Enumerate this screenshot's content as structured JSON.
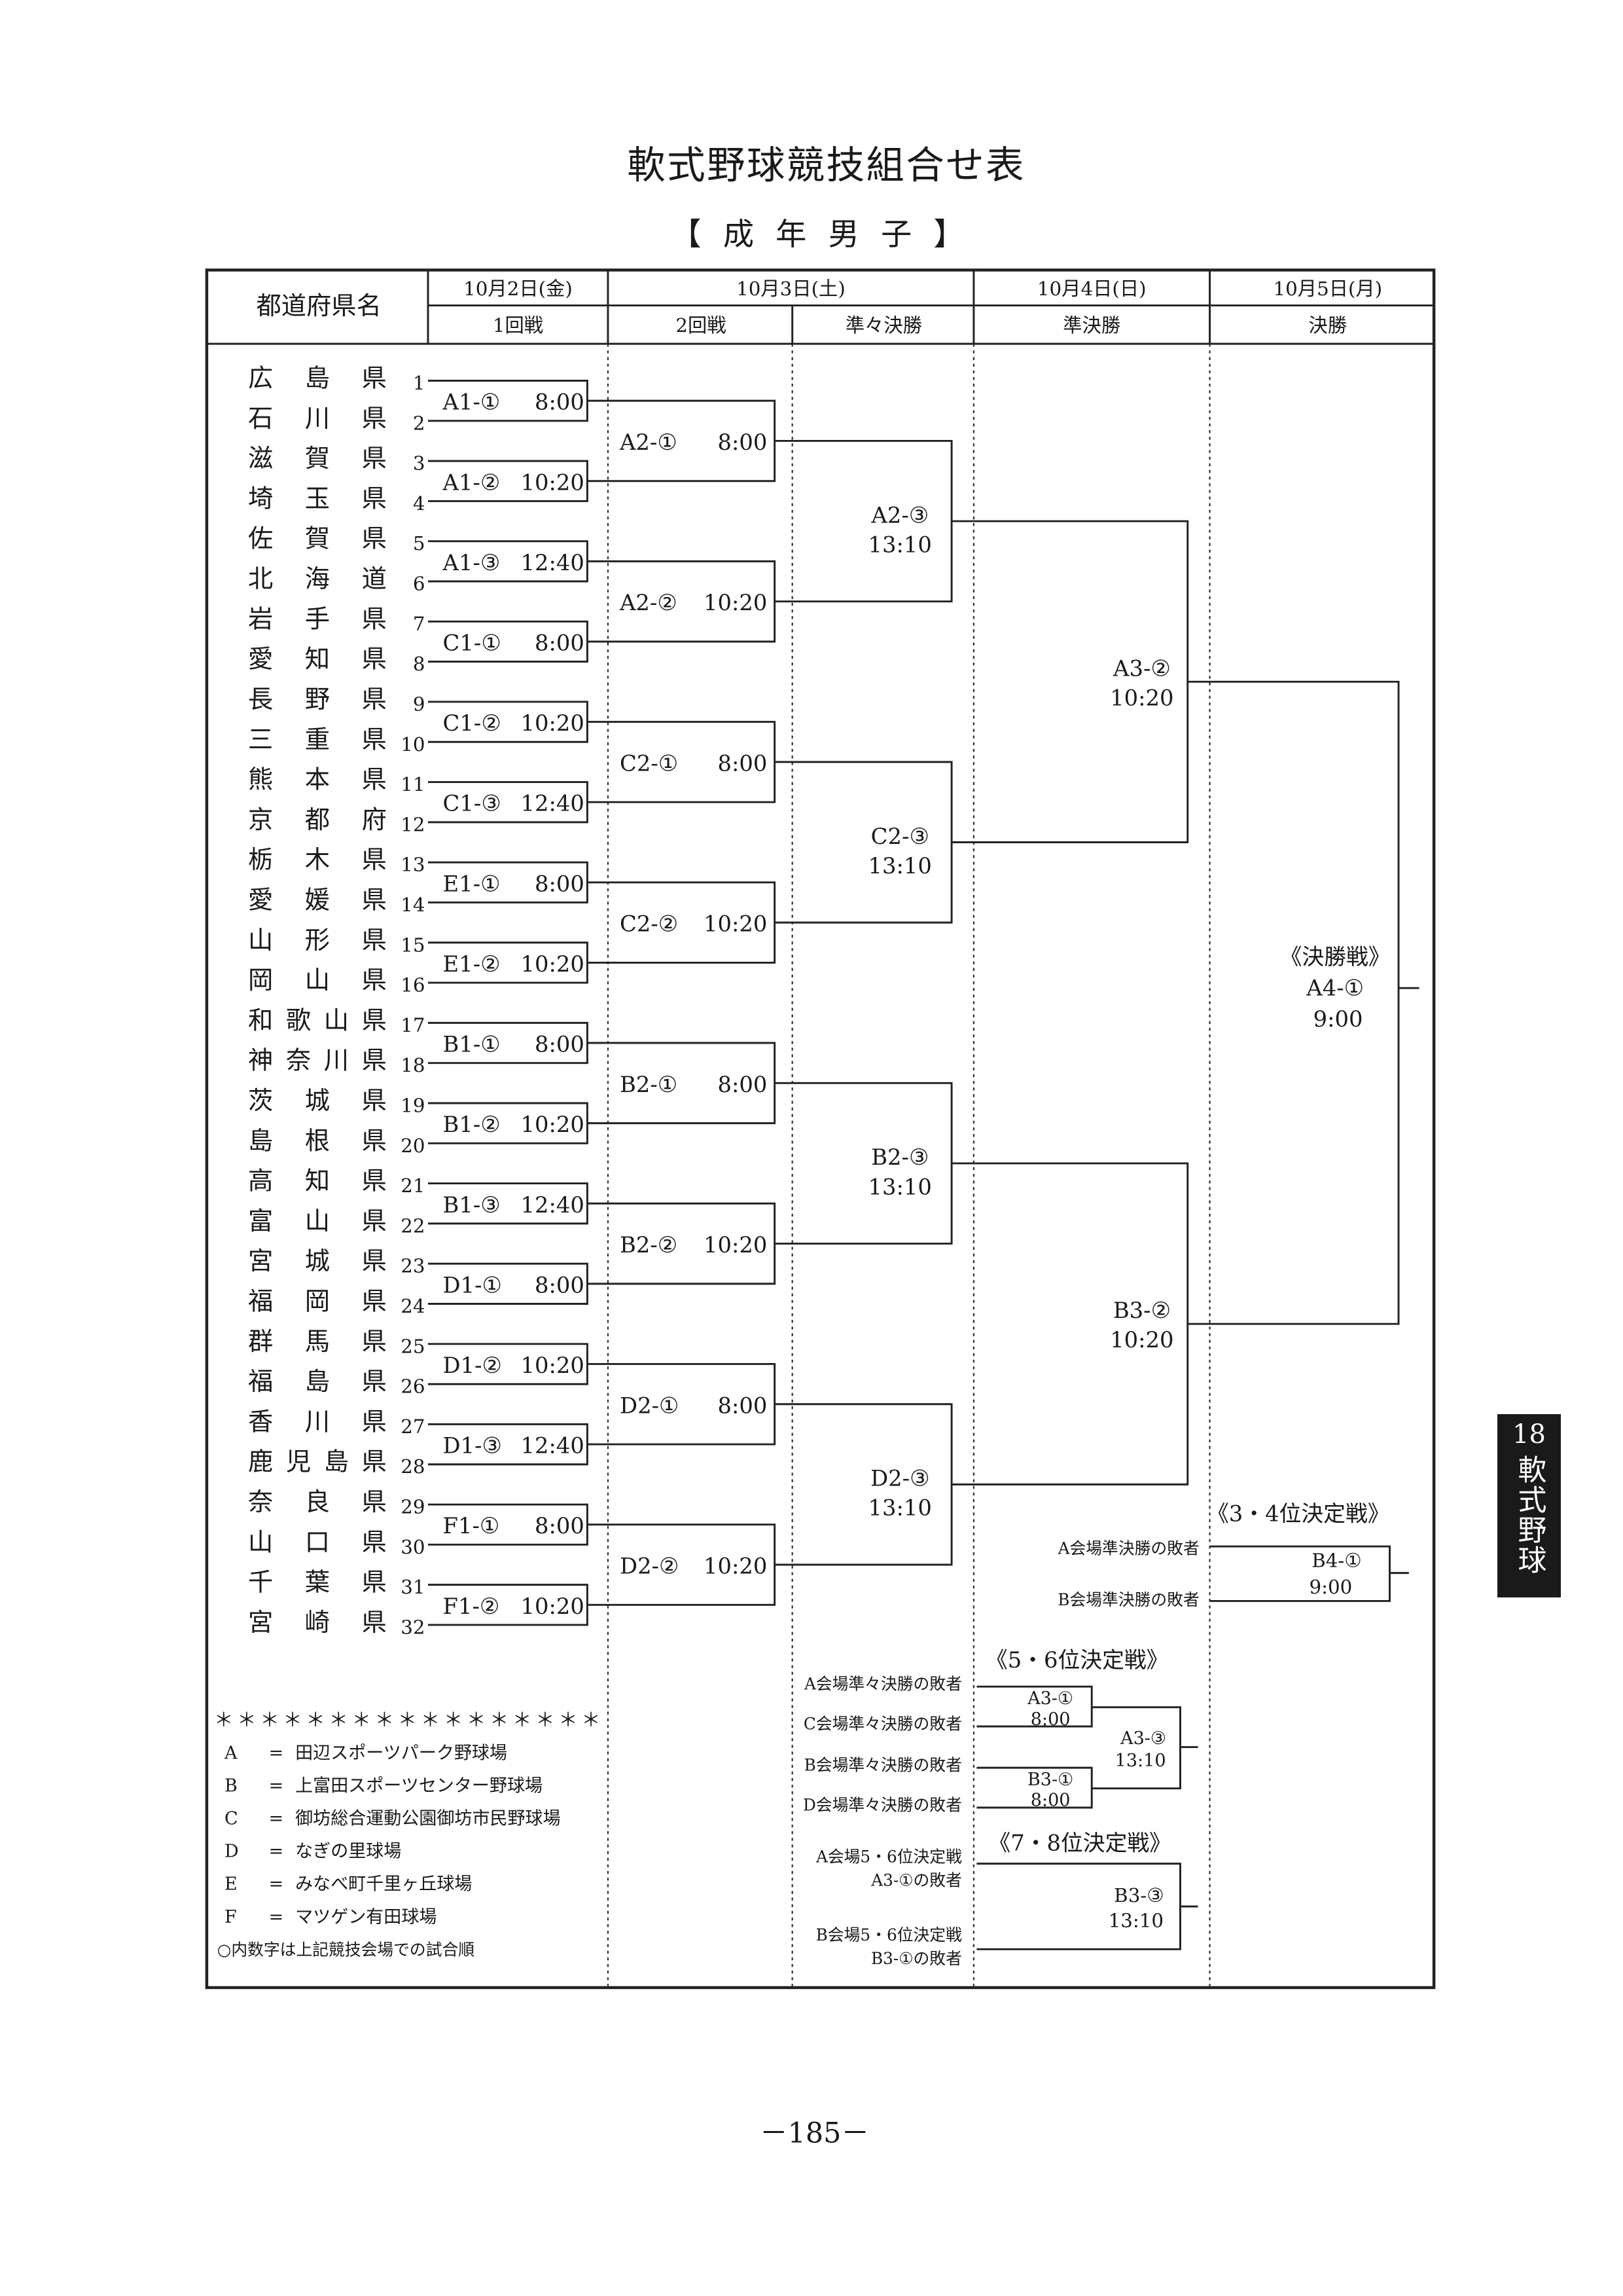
{
  "title": "軟式野球競技組合せ表",
  "subtitle": "【 成 年 男 子 】",
  "header": {
    "prefecture_col": "都道府県名",
    "days": [
      {
        "date": "10月2日(金)",
        "rounds": [
          "1回戦"
        ]
      },
      {
        "date": "10月3日(土)",
        "rounds": [
          "2回戦",
          "準々決勝"
        ]
      },
      {
        "date": "10月4日(日)",
        "rounds": [
          "準決勝"
        ]
      },
      {
        "date": "10月5日(月)",
        "rounds": [
          "決勝"
        ]
      }
    ]
  },
  "teams": [
    {
      "name": "広島県",
      "number": "1"
    },
    {
      "name": "石川県",
      "number": "2"
    },
    {
      "name": "滋賀県",
      "number": "3"
    },
    {
      "name": "埼玉県",
      "number": "4"
    },
    {
      "name": "佐賀県",
      "number": "5"
    },
    {
      "name": "北海道",
      "number": "6"
    },
    {
      "name": "岩手県",
      "number": "7"
    },
    {
      "name": "愛知県",
      "number": "8"
    },
    {
      "name": "長野県",
      "number": "9"
    },
    {
      "name": "三重県",
      "number": "10"
    },
    {
      "name": "熊本県",
      "number": "11"
    },
    {
      "name": "京都府",
      "number": "12"
    },
    {
      "name": "栃木県",
      "number": "13"
    },
    {
      "name": "愛媛県",
      "number": "14"
    },
    {
      "name": "山形県",
      "number": "15"
    },
    {
      "name": "岡山県",
      "number": "16"
    },
    {
      "name": "和歌山県",
      "number": "17"
    },
    {
      "name": "神奈川県",
      "number": "18"
    },
    {
      "name": "茨城県",
      "number": "19"
    },
    {
      "name": "島根県",
      "number": "20"
    },
    {
      "name": "高知県",
      "number": "21"
    },
    {
      "name": "富山県",
      "number": "22"
    },
    {
      "name": "宮城県",
      "number": "23"
    },
    {
      "name": "福岡県",
      "number": "24"
    },
    {
      "name": "群馬県",
      "number": "25"
    },
    {
      "name": "福島県",
      "number": "26"
    },
    {
      "name": "香川県",
      "number": "27"
    },
    {
      "name": "鹿児島県",
      "number": "28"
    },
    {
      "name": "奈良県",
      "number": "29"
    },
    {
      "name": "山口県",
      "number": "30"
    },
    {
      "name": "千葉県",
      "number": "31"
    },
    {
      "name": "宮崎県",
      "number": "32"
    }
  ],
  "round1": [
    {
      "code": "A1-①",
      "time": "8:00"
    },
    {
      "code": "A1-②",
      "time": "10:20"
    },
    {
      "code": "A1-③",
      "time": "12:40"
    },
    {
      "code": "C1-①",
      "time": "8:00"
    },
    {
      "code": "C1-②",
      "time": "10:20"
    },
    {
      "code": "C1-③",
      "time": "12:40"
    },
    {
      "code": "E1-①",
      "time": "8:00"
    },
    {
      "code": "E1-②",
      "time": "10:20"
    },
    {
      "code": "B1-①",
      "time": "8:00"
    },
    {
      "code": "B1-②",
      "time": "10:20"
    },
    {
      "code": "B1-③",
      "time": "12:40"
    },
    {
      "code": "D1-①",
      "time": "8:00"
    },
    {
      "code": "D1-②",
      "time": "10:20"
    },
    {
      "code": "D1-③",
      "time": "12:40"
    },
    {
      "code": "F1-①",
      "time": "8:00"
    },
    {
      "code": "F1-②",
      "time": "10:20"
    }
  ],
  "round2": [
    {
      "code": "A2-①",
      "time": "8:00"
    },
    {
      "code": "A2-②",
      "time": "10:20"
    },
    {
      "code": "C2-①",
      "time": "8:00"
    },
    {
      "code": "C2-②",
      "time": "10:20"
    },
    {
      "code": "B2-①",
      "time": "8:00"
    },
    {
      "code": "B2-②",
      "time": "10:20"
    },
    {
      "code": "D2-①",
      "time": "8:00"
    },
    {
      "code": "D2-②",
      "time": "10:20"
    }
  ],
  "quarterfinals": [
    {
      "code": "A2-③",
      "time": "13:10"
    },
    {
      "code": "C2-③",
      "time": "13:10"
    },
    {
      "code": "B2-③",
      "time": "13:10"
    },
    {
      "code": "D2-③",
      "time": "13:10"
    }
  ],
  "semifinals": [
    {
      "code": "A3-②",
      "time": "10:20"
    },
    {
      "code": "B3-②",
      "time": "10:20"
    }
  ],
  "final": {
    "label": "《決勝戦》",
    "code": "A4-①",
    "time": "9:00"
  },
  "third_place": {
    "title": "《3・4位決定戦》",
    "entrants": [
      "A会場準決勝の敗者",
      "B会場準決勝の敗者"
    ],
    "code": "B4-①",
    "time": "9:00"
  },
  "fifth_place": {
    "title": "《5・6位決定戦》",
    "entrants": [
      "A会場準々決勝の敗者",
      "C会場準々決勝の敗者",
      "B会場準々決勝の敗者",
      "D会場準々決勝の敗者"
    ],
    "semis": [
      {
        "code": "A3-①",
        "time": "8:00"
      },
      {
        "code": "B3-①",
        "time": "8:00"
      }
    ],
    "final": {
      "code": "A3-③",
      "time": "13:10"
    }
  },
  "seventh_place": {
    "title": "《7・8位決定戦》",
    "entrants": [
      {
        "line1": "A会場5・6位決定戦",
        "line2": "A3-①の敗者"
      },
      {
        "line1": "B会場5・6位決定戦",
        "line2": "B3-①の敗者"
      }
    ],
    "code": "B3-③",
    "time": "13:10"
  },
  "legend": {
    "separator": "＊＊＊＊＊＊＊＊＊＊＊＊＊＊＊＊＊",
    "venues": [
      {
        "key": "A",
        "name": "田辺スポーツパーク野球場"
      },
      {
        "key": "B",
        "name": "上富田スポーツセンター野球場"
      },
      {
        "key": "C",
        "name": "御坊総合運動公園御坊市民野球場"
      },
      {
        "key": "D",
        "name": "なぎの里球場"
      },
      {
        "key": "E",
        "name": "みなべ町千里ヶ丘球場"
      },
      {
        "key": "F",
        "name": "マツゲン有田球場"
      }
    ],
    "equals": "=",
    "note": "○内数字は上記競技会場での試合順"
  },
  "side_tab": {
    "number": "18",
    "label": "軟式野球"
  },
  "page_number": "－185－"
}
